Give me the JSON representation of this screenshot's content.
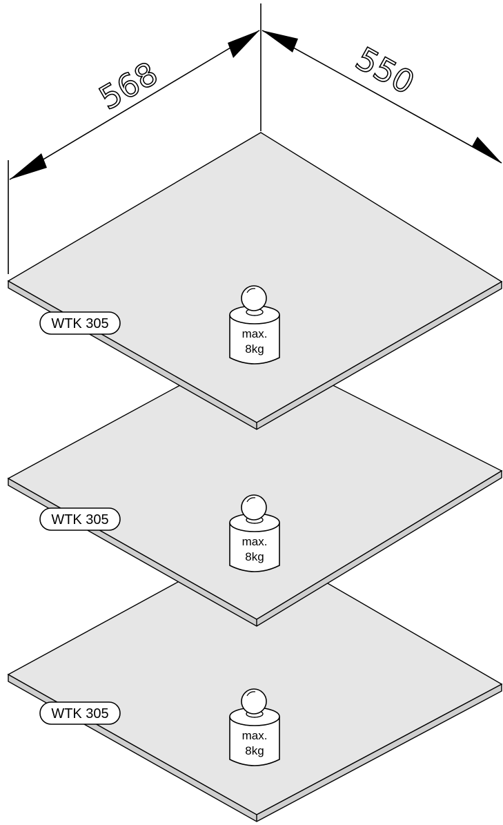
{
  "dimensions": {
    "left": "568",
    "right": "550"
  },
  "shelves": [
    {
      "part_label": "WTK 305",
      "weight_line1": "max.",
      "weight_line2": "8kg"
    },
    {
      "part_label": "WTK 305",
      "weight_line1": "max.",
      "weight_line2": "8kg"
    },
    {
      "part_label": "WTK 305",
      "weight_line1": "max.",
      "weight_line2": "8kg"
    }
  ],
  "colors": {
    "shelf_top": "#e6e6e6",
    "shelf_edge": "#cfcfcf",
    "line": "#000000"
  }
}
